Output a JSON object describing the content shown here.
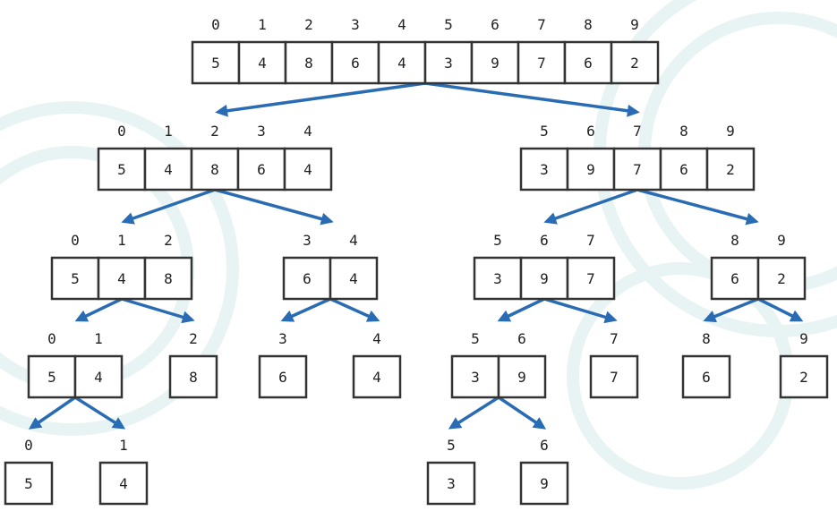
{
  "colors": {
    "arrow": "#2a6cb4",
    "cell_border": "#333333",
    "text": "#222222",
    "background_swirl": "#e8f4f3"
  },
  "tree": {
    "root": {
      "values": [
        5,
        4,
        8,
        6,
        4,
        3,
        9,
        7,
        6,
        2
      ],
      "indices": [
        0,
        1,
        2,
        3,
        4,
        5,
        6,
        7,
        8,
        9
      ]
    },
    "left": {
      "values": [
        5,
        4,
        8,
        6,
        4
      ],
      "indices": [
        0,
        1,
        2,
        3,
        4
      ]
    },
    "right": {
      "values": [
        3,
        9,
        7,
        6,
        2
      ],
      "indices": [
        5,
        6,
        7,
        8,
        9
      ]
    },
    "left_left": {
      "values": [
        5,
        4,
        8
      ],
      "indices": [
        0,
        1,
        2
      ]
    },
    "left_right": {
      "values": [
        6,
        4
      ],
      "indices": [
        3,
        4
      ]
    },
    "right_left": {
      "values": [
        3,
        9,
        7
      ],
      "indices": [
        5,
        6,
        7
      ]
    },
    "right_right": {
      "values": [
        6,
        2
      ],
      "indices": [
        8,
        9
      ]
    },
    "ll_left": {
      "values": [
        5,
        4
      ],
      "indices": [
        0,
        1
      ]
    },
    "ll_right": {
      "values": [
        8
      ],
      "indices": [
        2
      ]
    },
    "lr_left": {
      "values": [
        6
      ],
      "indices": [
        3
      ]
    },
    "lr_right": {
      "values": [
        4
      ],
      "indices": [
        4
      ]
    },
    "rl_left": {
      "values": [
        3,
        9
      ],
      "indices": [
        5,
        6
      ]
    },
    "rl_right": {
      "values": [
        7
      ],
      "indices": [
        7
      ]
    },
    "rr_left": {
      "values": [
        6
      ],
      "indices": [
        8
      ]
    },
    "rr_right": {
      "values": [
        2
      ],
      "indices": [
        9
      ]
    },
    "lll_left": {
      "values": [
        5
      ],
      "indices": [
        0
      ]
    },
    "lll_right": {
      "values": [
        4
      ],
      "indices": [
        1
      ]
    },
    "rll_left": {
      "values": [
        3
      ],
      "indices": [
        5
      ]
    },
    "rll_right": {
      "values": [
        9
      ],
      "indices": [
        6
      ]
    }
  }
}
